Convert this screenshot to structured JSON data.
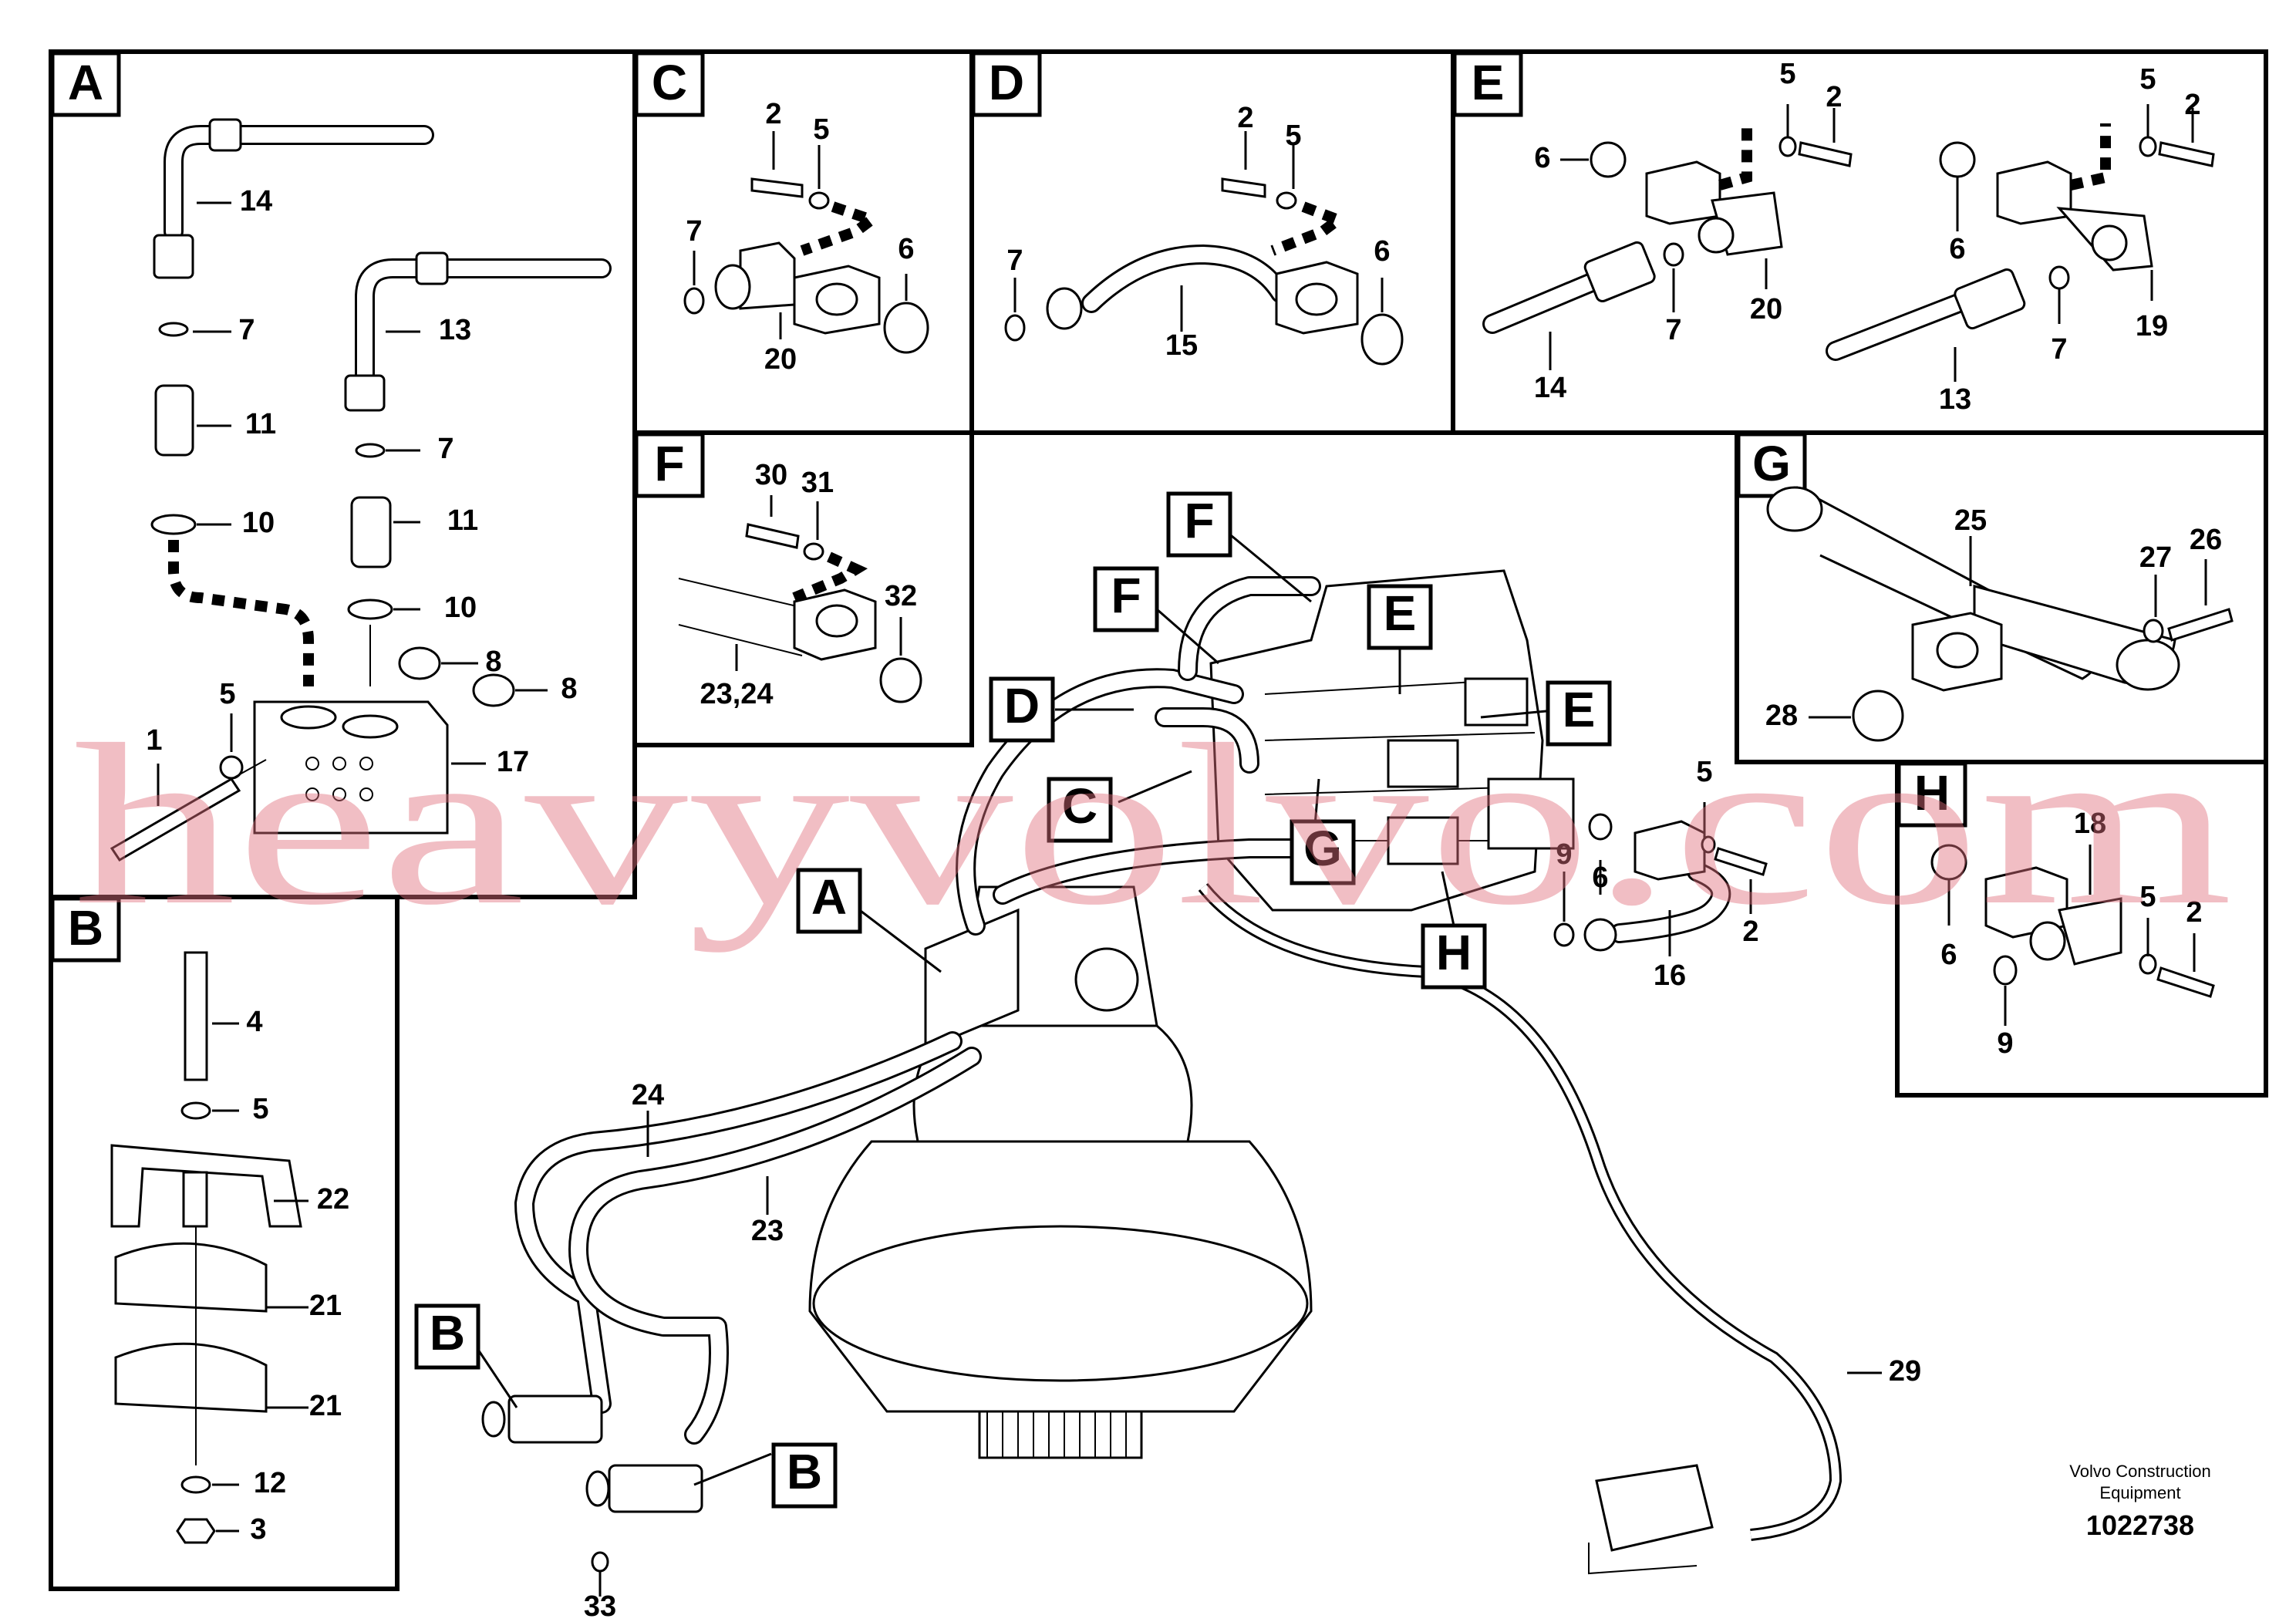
{
  "diagram": {
    "panels": [
      {
        "id": "A",
        "letter": "A"
      },
      {
        "id": "B",
        "letter": "B"
      },
      {
        "id": "C",
        "letter": "C"
      },
      {
        "id": "D",
        "letter": "D"
      },
      {
        "id": "E",
        "letter": "E"
      },
      {
        "id": "F",
        "letter": "F"
      },
      {
        "id": "G",
        "letter": "G"
      },
      {
        "id": "H",
        "letter": "H"
      }
    ],
    "panel_numbers": {
      "A": [
        "14",
        "7",
        "11",
        "10",
        "13",
        "7",
        "11",
        "10",
        "8",
        "8",
        "17",
        "5",
        "1"
      ],
      "B": [
        "4",
        "5",
        "22",
        "21",
        "21",
        "12",
        "3"
      ],
      "C": [
        "2",
        "5",
        "7",
        "6",
        "20"
      ],
      "D": [
        "2",
        "5",
        "7",
        "6",
        "15"
      ],
      "E": [
        "6",
        "5",
        "2",
        "20",
        "7",
        "14",
        "6",
        "5",
        "2",
        "19",
        "7",
        "13"
      ],
      "F": [
        "30",
        "31",
        "32",
        "23,24"
      ],
      "G": [
        "25",
        "27",
        "26",
        "28"
      ],
      "H": [
        "18",
        "6",
        "5",
        "2",
        "9"
      ]
    },
    "main_callouts": [
      "F",
      "F",
      "E",
      "E",
      "D",
      "C",
      "G",
      "H",
      "A",
      "B",
      "B"
    ],
    "main_numbers": [
      "5",
      "9",
      "6",
      "2",
      "16",
      "24",
      "23",
      "29",
      "33"
    ],
    "watermark": "heavyvolvo.com",
    "credit_line1": "Volvo Construction",
    "credit_line2": "Equipment",
    "document_number": "1022738"
  }
}
